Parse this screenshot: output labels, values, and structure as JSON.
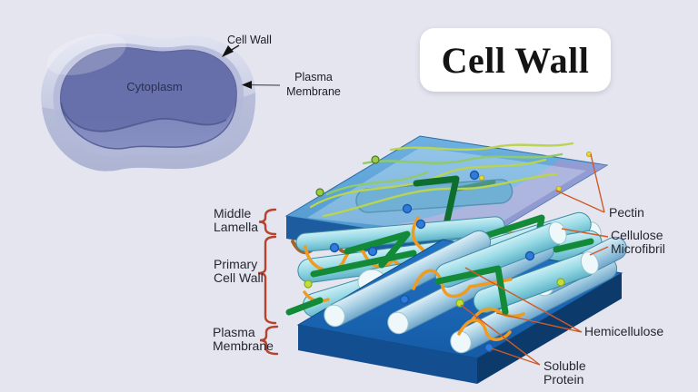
{
  "background_color": "#e4e5ef",
  "title": {
    "text": "Cell Wall",
    "box_color": "#ffffff",
    "text_color": "#141414"
  },
  "cell_illustration": {
    "cytoplasm_label": "Cytoplasm",
    "cell_wall_label": "Cell Wall",
    "plasma_membrane_lines": [
      "Plasma",
      "Membrane"
    ]
  },
  "diagram": {
    "left_labels": [
      {
        "label": "Middle Lamella",
        "lines": [
          "Middle",
          "Lamella"
        ]
      },
      {
        "label": "Primary Cell Wall",
        "lines": [
          "Primary",
          "Cell Wall"
        ]
      },
      {
        "label": "Plasma Membrane",
        "lines": [
          "Plasma",
          "Membrane"
        ]
      }
    ],
    "right_labels": [
      {
        "label": "Pectin",
        "lines": [
          "Pectin"
        ]
      },
      {
        "label": "Cellulose Microfibril",
        "lines": [
          "Cellulose",
          "Microfibril"
        ]
      },
      {
        "label": "Hemicellulose",
        "lines": [
          "Hemicellulose"
        ]
      },
      {
        "label": "Soluble Protein",
        "lines": [
          "Soluble",
          "Protein"
        ]
      }
    ],
    "colors": {
      "brace": "#b5432e",
      "leader_line": "#cf5a28",
      "middle_lamella_top": "#5aa2d8",
      "middle_lamella_front": "#1d5c9e",
      "plasma_membrane_top": "#1a67b6",
      "plasma_membrane_front": "#124e90",
      "plasma_membrane_side": "#0c3b6b",
      "cellulose_microfibril": "#8fd2e0",
      "microfibril_end_cap": "#eef8fb",
      "hemicellulose_strand": "#f09b20",
      "pectin_strand": "#b9d44e",
      "soluble_protein_dot": "#2e7cd9",
      "green_rod": "#128a38",
      "cytoplasm_fill": "#6f78b2",
      "cell_wall_fill": "#dfe2f0"
    }
  }
}
